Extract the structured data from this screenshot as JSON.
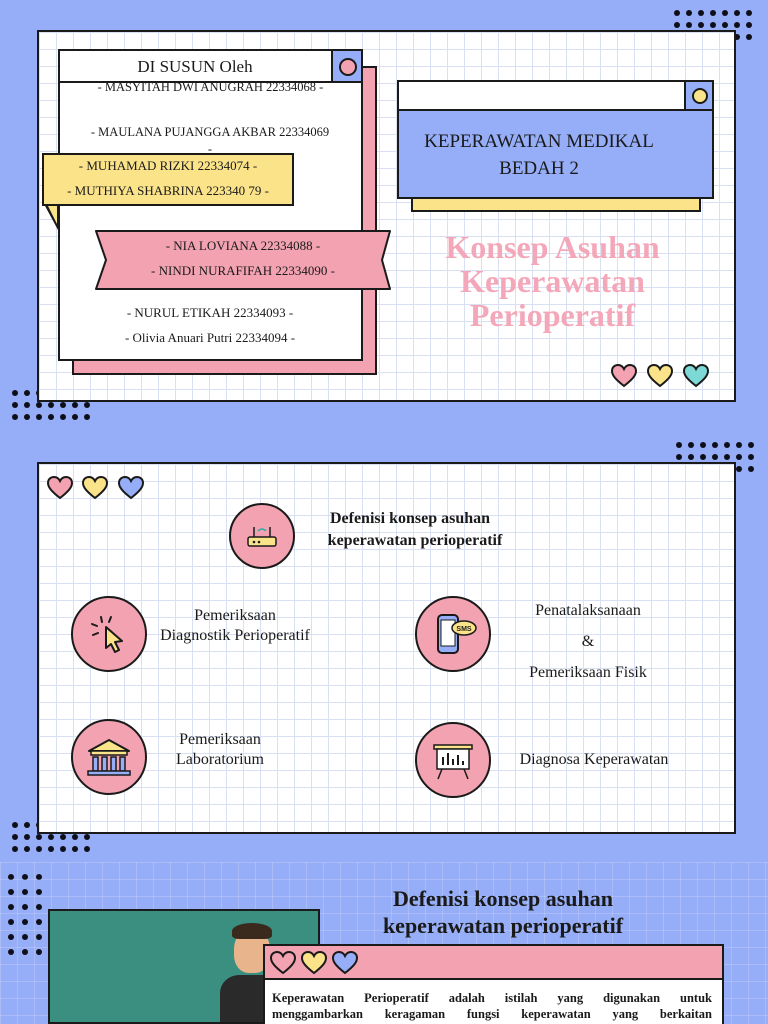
{
  "slide1": {
    "author_heading": "DI SUSUN Oleh",
    "authors": [
      "- MASYITAH DWI ANUGRAH 22334068 -",
      "- MAULANA PUJANGGA AKBAR 22334069 -",
      "- MUHAMAD RIZKI 22334074 -",
      "- MUTHIYA SHABRINA 223340 79 -",
      "- NIA LOVIANA 22334088 -",
      "- NINDI NURAFIFAH 22334090 -",
      "- NURUL ETIKAH 22334093 -",
      "- Olivia Anuari Putri 22334094 -"
    ],
    "course_line1": "KEPERAWATAN MEDIKAL",
    "course_line2": "BEDAH 2",
    "title_line1": "Konsep Asuhan",
    "title_line2": "Keperawatan",
    "title_line3": "Perioperatif"
  },
  "slide2": {
    "top_label_line1": "Defenisi konsep asuhan",
    "top_label_line2": "keperawatan perioperatif",
    "item1_line1": "Pemeriksaan",
    "item1_line2": "Diagnostik Perioperatif",
    "item2_line1": "Penatalaksanaan",
    "item2_line2": "&",
    "item2_line3": "Pemeriksaan Fisik",
    "item3_line1": "Pemeriksaan",
    "item3_line2": "Laboratorium",
    "item4": "Diagnosa Keperawatan",
    "sms_label": "SMS"
  },
  "slide3": {
    "heading_line1": "Defenisi konsep asuhan",
    "heading_line2": "keperawatan perioperatif",
    "body_line1": "Keperawatan Perioperatif adalah istilah yang digunakan untuk",
    "body_line2": "menggambarkan keragaman fungsi keperawatan yang berkaitan"
  },
  "colors": {
    "background": "#96adf7",
    "pink": "#f2a2b0",
    "title_pink": "#f4a7b9",
    "yellow": "#fbe38a",
    "blue": "#96adf7",
    "teal": "#7dd9d6",
    "green_photo": "#3b8f80"
  }
}
